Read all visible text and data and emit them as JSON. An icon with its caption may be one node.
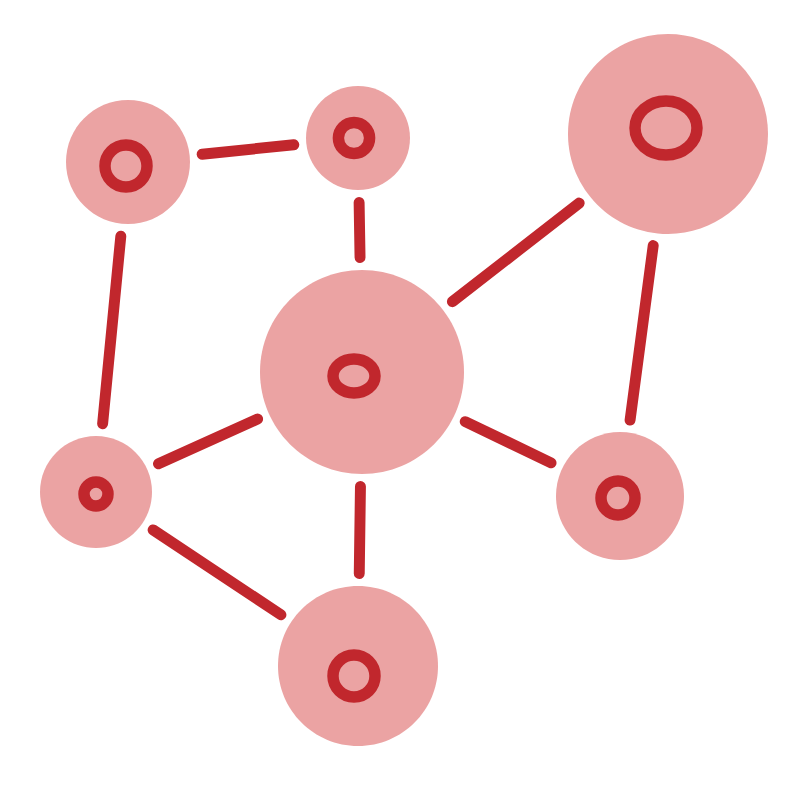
{
  "diagram": {
    "nodes": [
      {
        "text": [],
        "shape": "circle"
      },
      {
        "text": [],
        "shape": "circle"
      },
      {
        "text": [],
        "shape": "circle"
      },
      {
        "text": [],
        "shape": "circle"
      },
      {
        "text": [],
        "shape": "circle"
      },
      {
        "text": [],
        "shape": "circle"
      },
      {
        "text": [],
        "shape": "circle"
      }
    ],
    "edges": [
      {
        "from": 0,
        "to": 1,
        "arrow": "none"
      },
      {
        "from": 0,
        "to": 4,
        "arrow": "none"
      },
      {
        "from": 1,
        "to": 3,
        "arrow": "none"
      },
      {
        "from": 2,
        "to": 3,
        "arrow": "none"
      },
      {
        "from": 2,
        "to": 5,
        "arrow": "none"
      },
      {
        "from": 3,
        "to": 4,
        "arrow": "none"
      },
      {
        "from": 3,
        "to": 5,
        "arrow": "none"
      },
      {
        "from": 3,
        "to": 6,
        "arrow": "none"
      },
      {
        "from": 4,
        "to": 6,
        "arrow": "none"
      }
    ]
  }
}
